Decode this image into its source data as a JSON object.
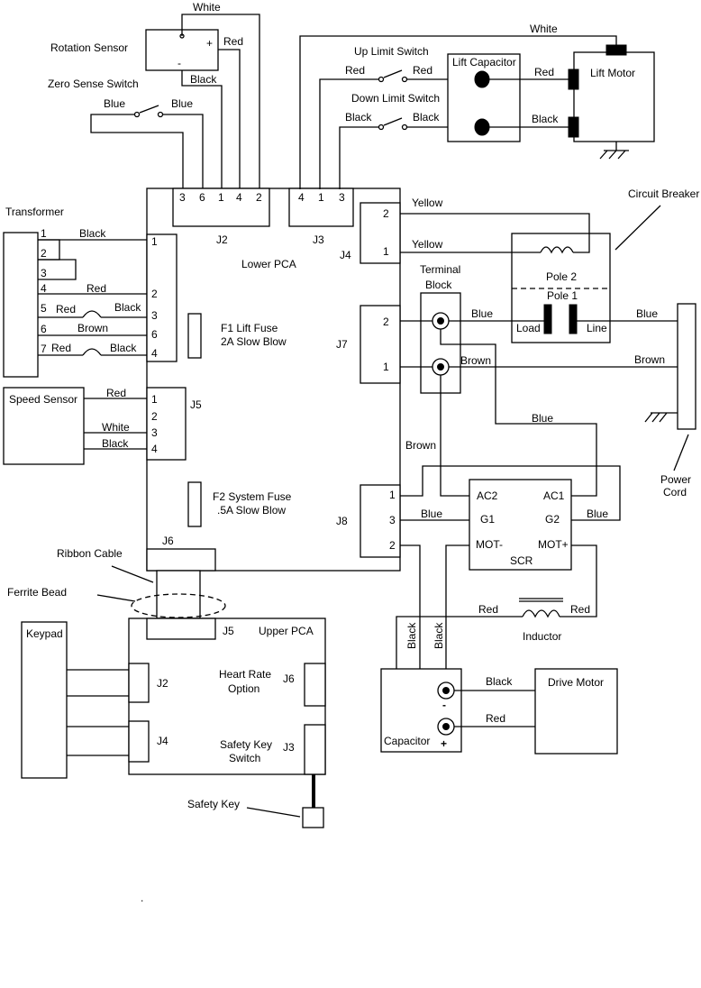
{
  "rotation_sensor": {
    "title": "Rotation Sensor",
    "plus": "+",
    "minus": "-"
  },
  "zero_sense_switch": {
    "title": "Zero Sense Switch"
  },
  "transformer": {
    "title": "Transformer",
    "pins": [
      "1",
      "2",
      "3",
      "4",
      "5",
      "6",
      "7"
    ]
  },
  "speed_sensor": {
    "title": "Speed Sensor"
  },
  "lower_pca": {
    "title": "Lower PCA",
    "j2": {
      "label": "J2",
      "pins": [
        "3",
        "6",
        "1",
        "4",
        "2"
      ]
    },
    "j3": {
      "label": "J3",
      "pins": [
        "4",
        "1",
        "3"
      ]
    },
    "j4": {
      "label": "J4",
      "pins": [
        "2",
        "1"
      ]
    },
    "j7": {
      "label": "J7",
      "pins": [
        "2",
        "1"
      ]
    },
    "j8": {
      "label": "J8",
      "pins": [
        "1",
        "3",
        "2"
      ]
    },
    "j5": {
      "label": "J5",
      "pins": [
        "1",
        "2",
        "3",
        "4"
      ]
    },
    "j6": {
      "label": "J6"
    },
    "j1_pins": [
      "1",
      "2",
      "3",
      "6",
      "4"
    ],
    "f1": {
      "line1": "F1 Lift Fuse",
      "line2": "2A Slow Blow"
    },
    "f2": {
      "line1": "F2 System Fuse",
      "line2": ".5A Slow Blow"
    }
  },
  "up_limit_switch": "Up Limit Switch",
  "down_limit_switch": "Down Limit Switch",
  "lift_capacitor": "Lift Capacitor",
  "lift_motor": "Lift Motor",
  "circuit_breaker": {
    "title": "Circuit Breaker",
    "pole2": "Pole 2",
    "pole1": "Pole 1",
    "load": "Load",
    "line": "Line"
  },
  "terminal_block": {
    "line1": "Terminal",
    "line2": "Block"
  },
  "power_cord": {
    "line1": "Power",
    "line2": "Cord"
  },
  "scr": {
    "title": "SCR",
    "ac2": "AC2",
    "ac1": "AC1",
    "g1": "G1",
    "g2": "G2",
    "mot_minus": "MOT-",
    "mot_plus": "MOT+"
  },
  "inductor": "Inductor",
  "drive_motor": "Drive Motor",
  "capacitor": {
    "title": "Capacitor",
    "minus": "-",
    "plus": "+"
  },
  "ribbon_cable": "Ribbon Cable",
  "ferrite_bead": "Ferrite Bead",
  "keypad": "Keypad",
  "upper_pca": {
    "title": "Upper PCA",
    "j5": "J5",
    "j2": "J2",
    "j4": "J4",
    "j6": "J6",
    "j3": "J3",
    "heart_rate": {
      "line1": "Heart Rate",
      "line2": "Option"
    },
    "safety_switch": {
      "line1": "Safety Key",
      "line2": "Switch"
    }
  },
  "safety_key": "Safety Key",
  "wires": {
    "white": "White",
    "red": "Red",
    "black": "Black",
    "blue": "Blue",
    "brown": "Brown",
    "yellow": "Yellow"
  },
  "stray_mark": "."
}
